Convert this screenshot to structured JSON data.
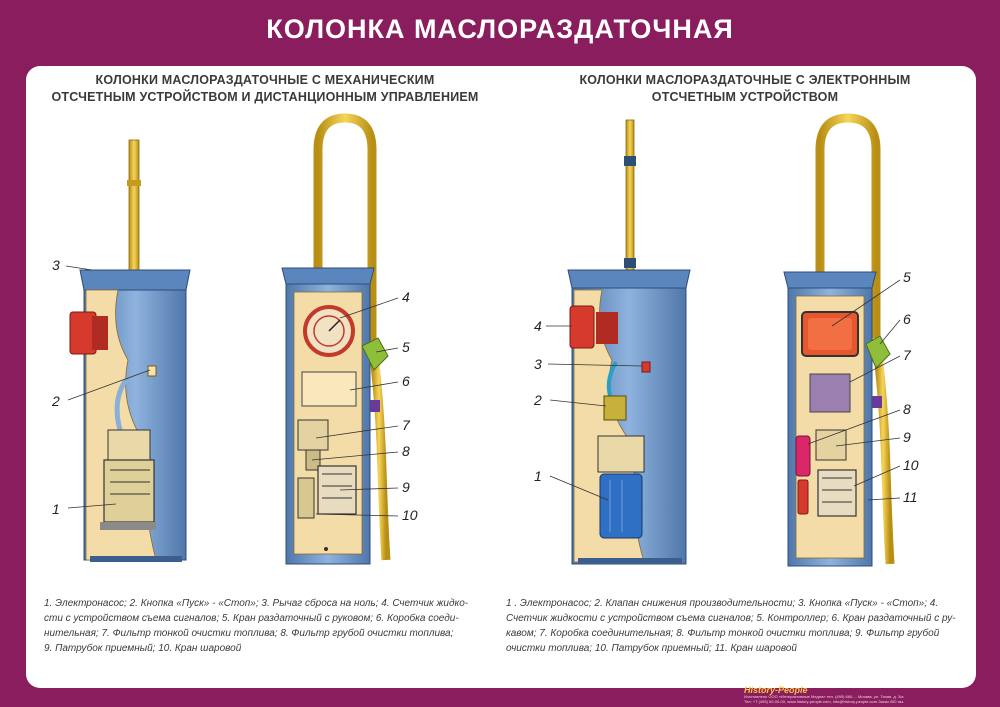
{
  "title": "КОЛОНКА МАСЛОРАЗДАТОЧНАЯ",
  "left": {
    "subtitle_lines": [
      "КОЛОНКИ МАСЛОРАЗДАТОЧНЫЕ С МЕХАНИЧЕСКИМ",
      "ОТСЧЕТНЫМ УСТРОЙСТВОМ И ДИСТАНЦИОННЫМ УПРАВЛЕНИЕМ"
    ],
    "labels": [
      "1",
      "2",
      "3",
      "4",
      "5",
      "6",
      "7",
      "8",
      "9",
      "10"
    ],
    "legend_lines": [
      "1. Электронасос; 2. Кнопка «Пуск» - «Стоп»; 3. Рычаг сброса на ноль; 4. Счетчик жидко-",
      "сти с устройством съема сигналов; 5. Кран раздаточный с руковом; 6. Коробка соеди-",
      "нительная; 7. Фильтр тонкой очистки топлива; 8. Фильтр грубой очистки топлива;",
      "9. Патрубок приемный; 10. Кран шаровой"
    ]
  },
  "right": {
    "subtitle_lines": [
      "КОЛОНКИ МАСЛОРАЗДАТОЧНЫЕ С ЭЛЕКТРОННЫМ",
      "ОТСЧЕТНЫМ УСТРОЙСТВОМ"
    ],
    "labels": [
      "1",
      "2",
      "3",
      "4",
      "5",
      "6",
      "7",
      "8",
      "9",
      "10",
      "11"
    ],
    "legend_lines": [
      "1 . Электронасос; 2. Клапан снижения производительности; 3. Кнопка «Пуск» - «Стоп»; 4.",
      "Счетчик жидкости с устройством съема сигналов; 5. Контроллер; 6. Кран раздаточный с ру-",
      "кавом; 7. Коробка соединительная; 8. Фильтр тонкой очистки топлива; 9. Фильтр грубой",
      "очистки топлива; 10. Патрубок приемный; 11. Кран шаровой"
    ]
  },
  "footer": {
    "brand": "History-People",
    "fine_lines": [
      "Изготовлено ООО «Интерактивные Медиа» тел. (495) 660-... Москва, ул. Тихая, д. 3/а",
      "Тел: +7 (495) 00-00-00, www.history-people.com, info@history-people.com Заказ 000 экз."
    ]
  },
  "colors": {
    "background": "#8a1d5e",
    "panel": "#ffffff",
    "casing_blue": "#6f98c9",
    "casing_dark": "#3b5e8c",
    "interior": "#f4dca8",
    "hose": "#e8c23a",
    "motor_blue": "#2f6fc4",
    "red": "#d53a2c"
  }
}
